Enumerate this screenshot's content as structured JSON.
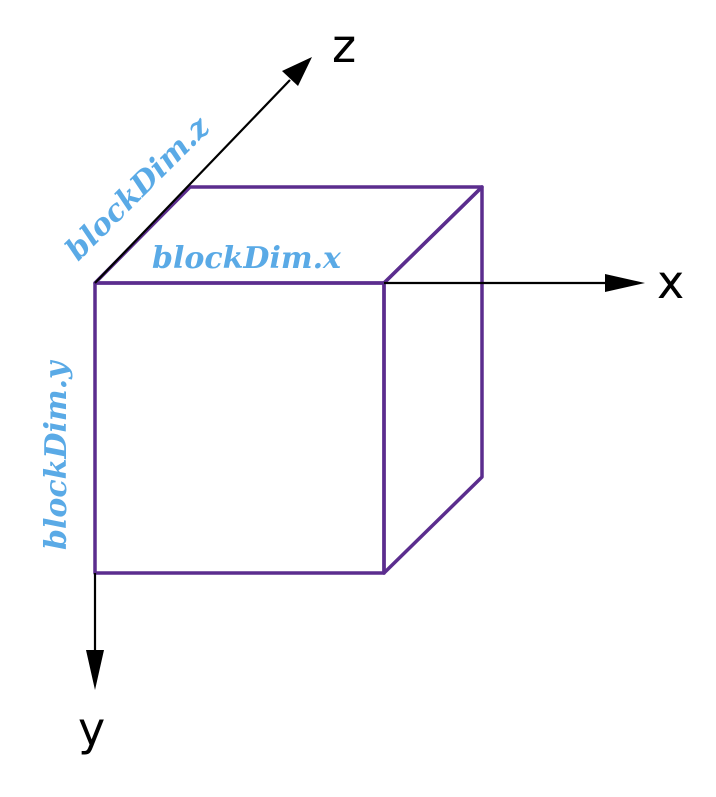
{
  "axes": {
    "x": "x",
    "y": "y",
    "z": "z"
  },
  "dimensions": {
    "x": "blockDim.x",
    "y": "blockDim.y",
    "z": "blockDim.z"
  },
  "colors": {
    "cube_edges": "#5b2d8e",
    "dimension_labels": "#5aaae6",
    "axes": "#000000"
  }
}
